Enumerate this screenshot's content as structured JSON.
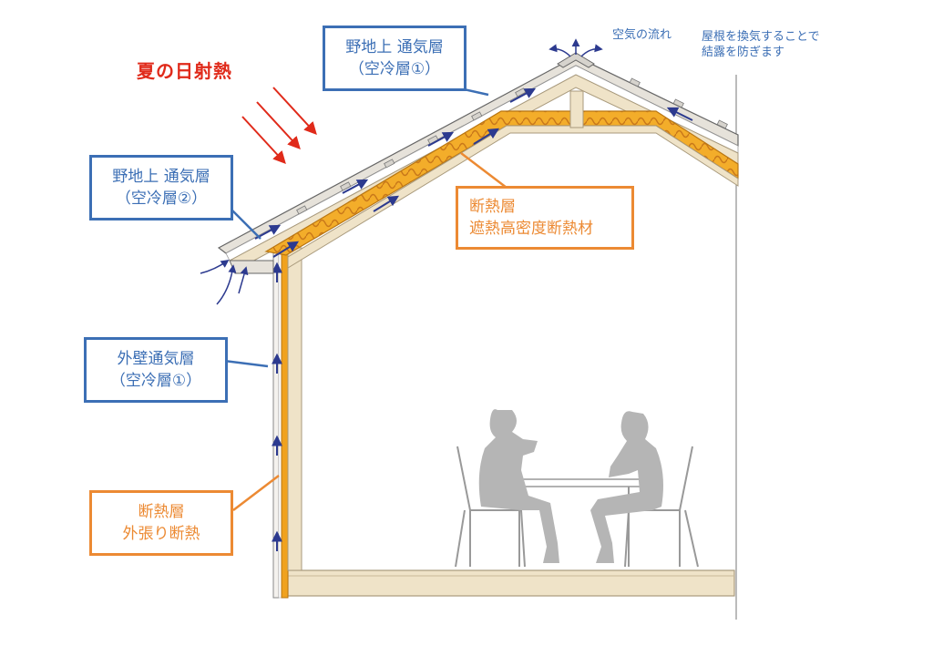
{
  "summer_heat": {
    "title": "夏の日射熱"
  },
  "labels": {
    "roof_vent_1": {
      "line1": "野地上 通気層",
      "line2": "（空冷層①）"
    },
    "roof_vent_2": {
      "line1": "野地上 通気層",
      "line2": "（空冷層②）"
    },
    "wall_vent": {
      "line1": "外壁通気層",
      "line2": "（空冷層①）"
    },
    "roof_insulation": {
      "line1": "断熱層",
      "line2": "遮熱高密度断熱材"
    },
    "wall_insulation": {
      "line1": "断熱層",
      "line2": "外張り断熱"
    }
  },
  "notes": {
    "airflow": "空気の流れ",
    "condensation_line1": "屋根を換気することで",
    "condensation_line2": "結露を防ぎます"
  },
  "colors": {
    "blue_accent": "#3c6fb5",
    "orange_accent": "#ec8a33",
    "heat_red": "#e02a1a",
    "wood": "#efe3c8",
    "insulation": "#f0a21e"
  }
}
